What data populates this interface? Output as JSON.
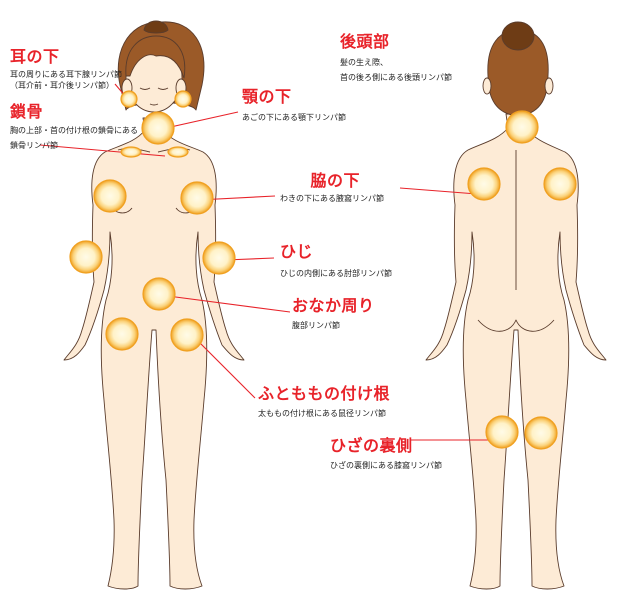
{
  "colors": {
    "skin": "#fdebd6",
    "outline": "#5a3c2c",
    "hair": "#9b5a28",
    "hair_dark": "#6e3c15",
    "node_outer": "#f0a020",
    "node_inner": "#fff6d8",
    "leader": "#e8232a",
    "title": "#e8232a",
    "text": "#222222"
  },
  "labels": [
    {
      "id": "ear",
      "title": "耳の下",
      "desc": [
        "耳の周りにある耳下腺リンパ節",
        "（耳介前・耳介後リンパ節）"
      ]
    },
    {
      "id": "clavicle",
      "title": "鎖骨",
      "desc": [
        "胸の上部・首の付け根の鎖骨にある",
        "鎖骨リンパ節"
      ]
    },
    {
      "id": "jaw",
      "title": "顎の下",
      "desc": [
        "あごの下にある顎下リンパ節"
      ]
    },
    {
      "id": "occiput",
      "title": "後頭部",
      "desc": [
        "髪の生え際、",
        "首の後ろ側にある後頭リンパ節"
      ]
    },
    {
      "id": "armpit",
      "title": "脇の下",
      "desc": [
        "わきの下にある腋窩リンパ節"
      ]
    },
    {
      "id": "elbow",
      "title": "ひじ",
      "desc": [
        "ひじの内側にある肘部リンパ節"
      ]
    },
    {
      "id": "belly",
      "title": "おなか周り",
      "desc": [
        "腹部リンパ節"
      ]
    },
    {
      "id": "groin",
      "title": "ふとももの付け根",
      "desc": [
        "太ももの付け根にある鼠径リンパ節"
      ]
    },
    {
      "id": "knee",
      "title": "ひざの裏側",
      "desc": [
        "ひざの裏側にある膝窩リンパ節"
      ]
    }
  ]
}
